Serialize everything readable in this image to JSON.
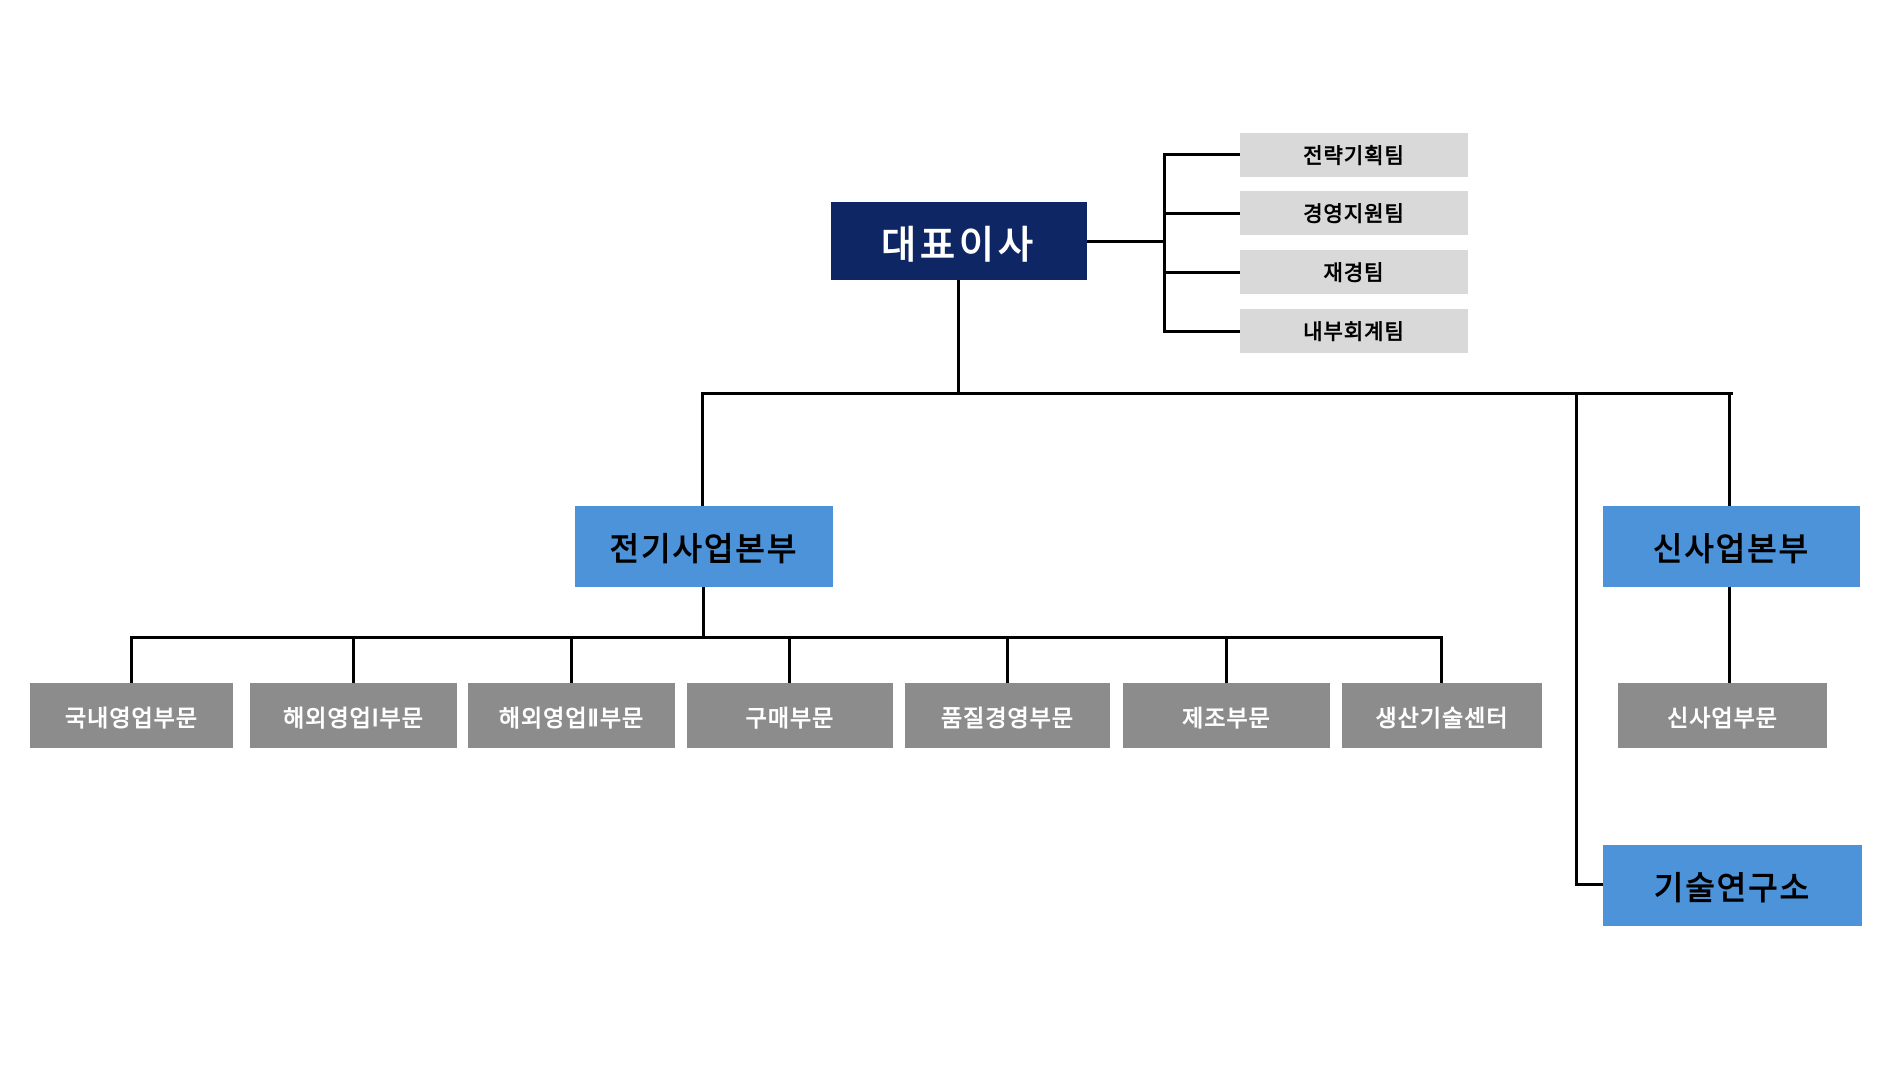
{
  "org": {
    "ceo": "대표이사",
    "staff_teams": [
      "전략기획팀",
      "경영지원팀",
      "재경팀",
      "내부회계팀"
    ],
    "divisions": {
      "electric": {
        "label": "전기사업본부",
        "children": [
          "국내영업부문",
          "해외영업Ⅰ부문",
          "해외영업Ⅱ부문",
          "구매부문",
          "품질경영부문",
          "제조부문",
          "생산기술센터"
        ]
      },
      "new_business": {
        "label": "신사업본부",
        "children": [
          "신사업부문"
        ]
      }
    },
    "research_institute": "기술연구소",
    "colors": {
      "ceo_bg": "#0e2663",
      "division_bg": "#4c93da",
      "staff_bg": "#d9d9d9",
      "unit_bg": "#8c8c8c",
      "line": "#000000",
      "background": "#ffffff"
    }
  }
}
